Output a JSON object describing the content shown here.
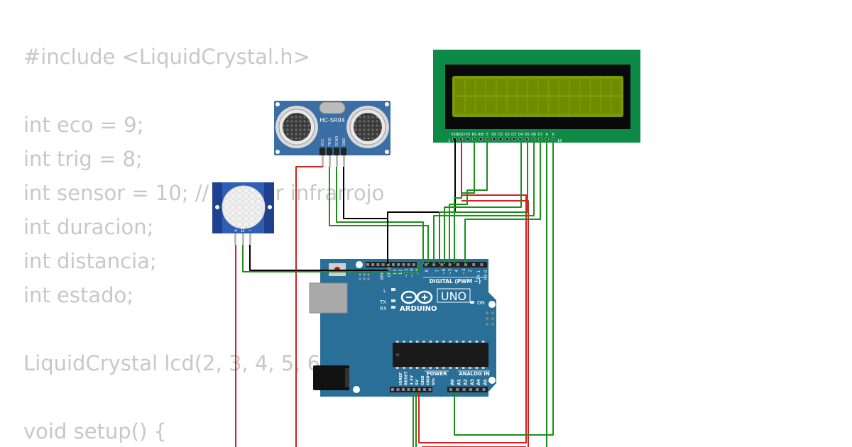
{
  "code_lines": [
    "#include <LiquidCrystal.h>",
    "",
    "int eco = 9;",
    "int trig = 8;",
    "int sensor = 10; // sensor infrarrojo",
    "int duracion;",
    "int distancia;",
    "int estado;",
    "",
    "LiquidCrystal lcd(2, 3, 4, 5, 6, 7);",
    "",
    "void setup() {"
  ],
  "hcsr04": {
    "label": "HC-SR04",
    "pins": [
      "VCC",
      "TRIG",
      "ECHO",
      "GND"
    ]
  },
  "pir": {
    "pins": [
      "+",
      "D",
      "−"
    ]
  },
  "lcd": {
    "pins": [
      "VSS",
      "VDD",
      "V0",
      "RS",
      "RW",
      "E",
      "D0",
      "D1",
      "D2",
      "D3",
      "D4",
      "D5",
      "D6",
      "D7",
      "A",
      "K"
    ],
    "pin_first": "1",
    "pin_last": "16"
  },
  "arduino": {
    "brand": "ARDUINO",
    "model": "UNO",
    "digital_label": "DIGITAL (PWM ~)",
    "power_label": "POWER",
    "analog_label": "ANALOG IN",
    "led_l": "L",
    "led_tx": "TX",
    "led_rx": "RX",
    "on_label": "ON",
    "top_pin_labels": [
      "AREF",
      "GND",
      "13",
      "12",
      "~11",
      "~10",
      "~9",
      "8",
      "7",
      "~6",
      "~5",
      "4",
      "~3",
      "2",
      "TX 1",
      "RX 0"
    ],
    "power_pin_labels": [
      "IOREF",
      "RESET",
      "3.3V",
      "5V",
      "GND",
      "GND",
      "Vin"
    ],
    "analog_pin_labels": [
      "A0",
      "A1",
      "A2",
      "A3",
      "A4",
      "A5"
    ]
  },
  "colors": {
    "board": "#2a6f97",
    "lcd_pcb": "#0d8a45",
    "lcd_screen": "#7c9b00",
    "sensor_blue": "#3a6ea5",
    "pir_blue": "#1f3f8f",
    "wire_red": "#d32222",
    "wire_green": "#1a8f1a",
    "wire_black": "#000000"
  }
}
